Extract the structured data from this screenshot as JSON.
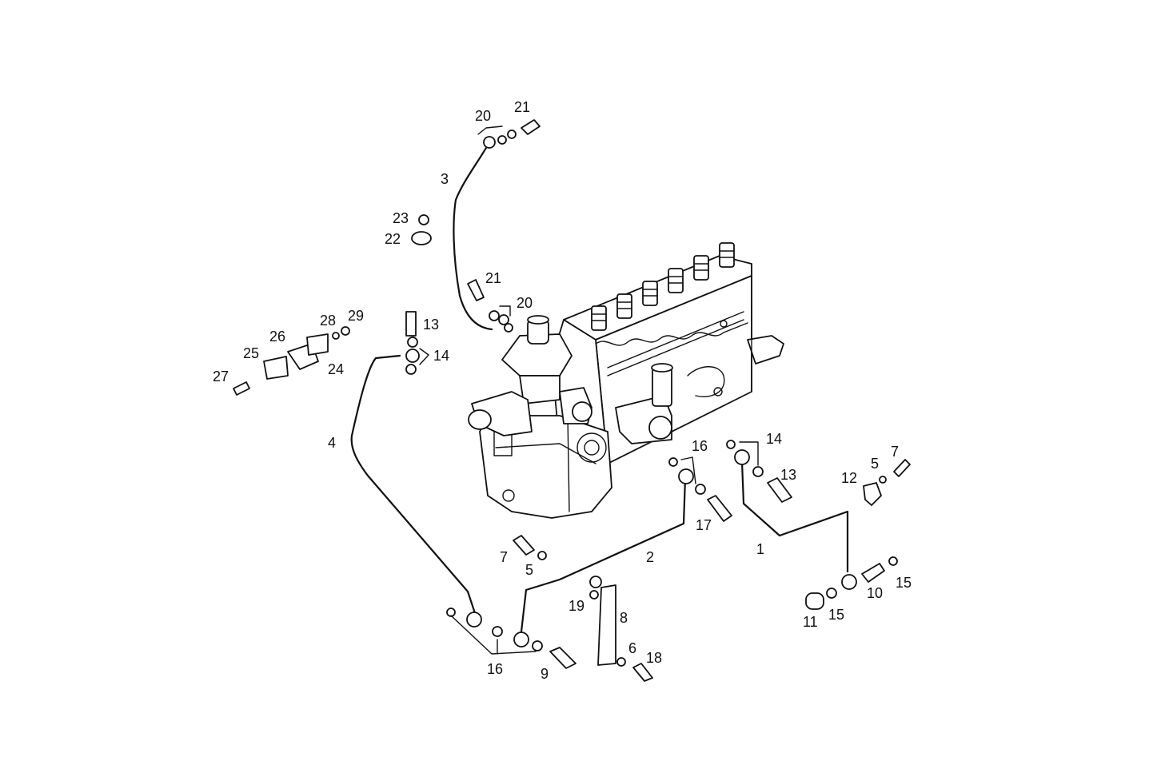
{
  "diagram": {
    "part_labels": [
      {
        "id": "l1",
        "text": "1"
      },
      {
        "id": "l2",
        "text": "2"
      },
      {
        "id": "l3",
        "text": "3"
      },
      {
        "id": "l4",
        "text": "4"
      },
      {
        "id": "l5a",
        "text": "5"
      },
      {
        "id": "l5b",
        "text": "5"
      },
      {
        "id": "l6",
        "text": "6"
      },
      {
        "id": "l7a",
        "text": "7"
      },
      {
        "id": "l7b",
        "text": "7"
      },
      {
        "id": "l8",
        "text": "8"
      },
      {
        "id": "l9",
        "text": "9"
      },
      {
        "id": "l10",
        "text": "10"
      },
      {
        "id": "l11",
        "text": "11"
      },
      {
        "id": "l12",
        "text": "12"
      },
      {
        "id": "l13a",
        "text": "13"
      },
      {
        "id": "l13b",
        "text": "13"
      },
      {
        "id": "l14a",
        "text": "14"
      },
      {
        "id": "l14b",
        "text": "14"
      },
      {
        "id": "l15a",
        "text": "15"
      },
      {
        "id": "l15b",
        "text": "15"
      },
      {
        "id": "l16a",
        "text": "16"
      },
      {
        "id": "l16b",
        "text": "16"
      },
      {
        "id": "l17",
        "text": "17"
      },
      {
        "id": "l18",
        "text": "18"
      },
      {
        "id": "l19",
        "text": "19"
      },
      {
        "id": "l20a",
        "text": "20"
      },
      {
        "id": "l20b",
        "text": "20"
      },
      {
        "id": "l21a",
        "text": "21"
      },
      {
        "id": "l21b",
        "text": "21"
      },
      {
        "id": "l22",
        "text": "22"
      },
      {
        "id": "l23",
        "text": "23"
      },
      {
        "id": "l24",
        "text": "24"
      },
      {
        "id": "l25",
        "text": "25"
      },
      {
        "id": "l26",
        "text": "26"
      },
      {
        "id": "l27",
        "text": "27"
      },
      {
        "id": "l28",
        "text": "28"
      },
      {
        "id": "l29",
        "text": "29"
      }
    ]
  }
}
